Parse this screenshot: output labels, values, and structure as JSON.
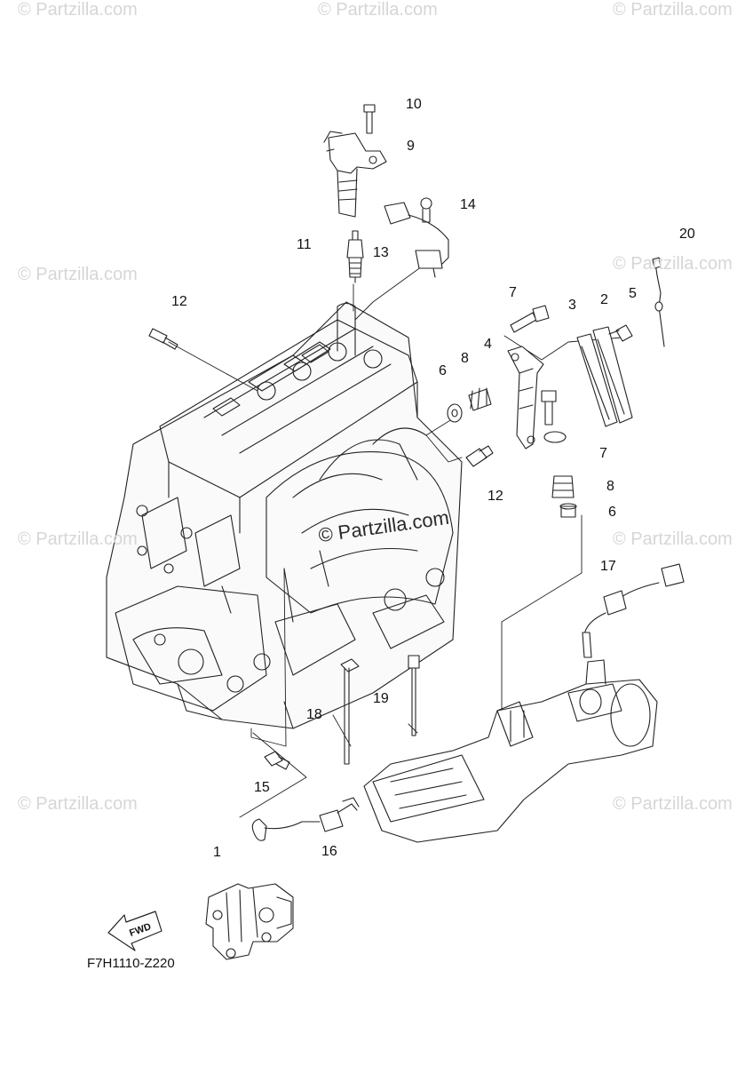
{
  "watermark": "© Partzilla.com",
  "diagram_code": "F7H1110-Z220",
  "fwd_label": "FWD",
  "callouts": [
    "1",
    "2",
    "3",
    "4",
    "5",
    "6",
    "6",
    "7",
    "7",
    "8",
    "8",
    "9",
    "10",
    "11",
    "12",
    "12",
    "13",
    "14",
    "15",
    "16",
    "17",
    "18",
    "19",
    "20"
  ]
}
